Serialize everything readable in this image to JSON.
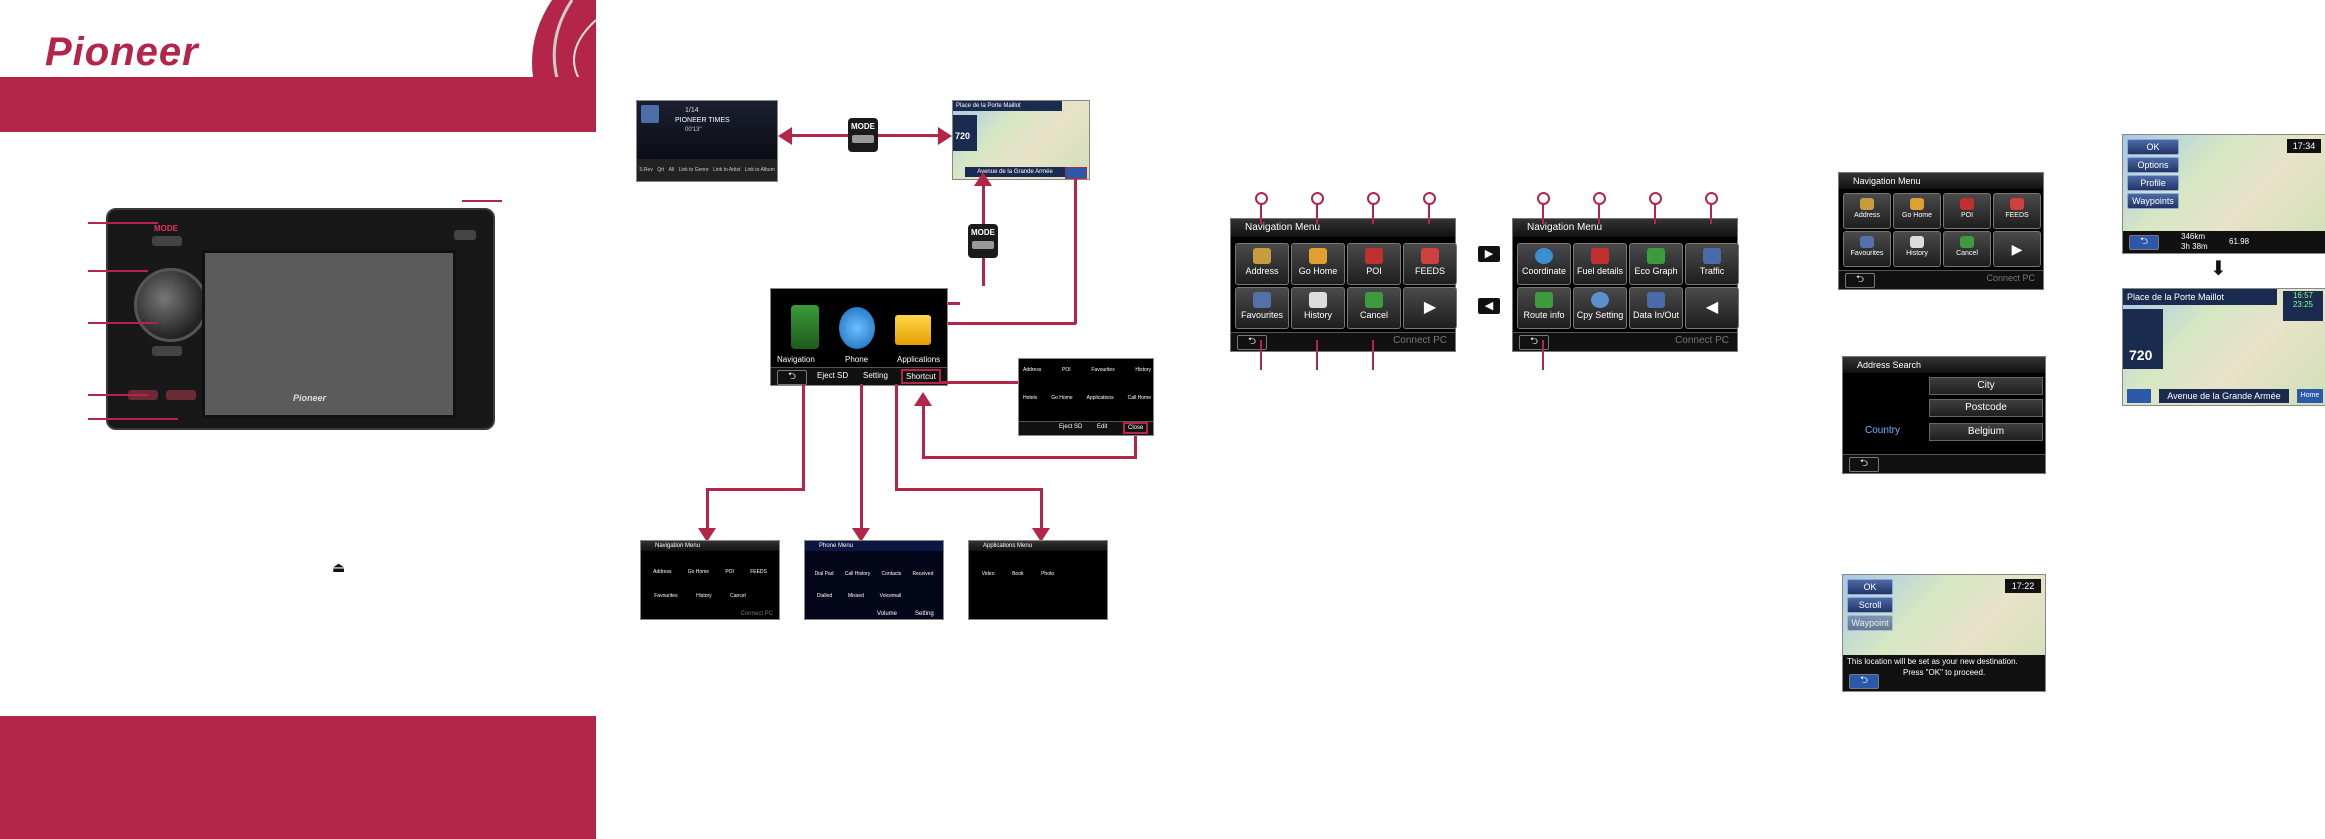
{
  "brand": {
    "logo_text": "Pioneer",
    "band_color": "#b3264a"
  },
  "device": {
    "mode_label": "MODE",
    "brand_on_screen": "Pioneer"
  },
  "mode_keys": [
    "MODE",
    "MODE"
  ],
  "top_menu": {
    "items": [
      "Navigation",
      "Phone",
      "Applications"
    ],
    "bottom": [
      "Eject SD",
      "Setting",
      "Shortcut"
    ]
  },
  "music_screen": {
    "track": "PIONEER TIMES",
    "count": "1/14",
    "time": "00'13\"",
    "buttons": [
      "S.Rev",
      "Qrt",
      "All",
      "Link to Genre",
      "Link to Artist",
      "Link to Album"
    ]
  },
  "map_screen": {
    "place": "Place de la Porte Maillot",
    "distance": "720",
    "street": "Avenue de la Grande Armée"
  },
  "shortcut_screen": {
    "row1": [
      "Address",
      "POI",
      "Favourites",
      "History"
    ],
    "row2": [
      "Hotels",
      "Go Home",
      "Applications",
      "Call Home"
    ],
    "bottom": [
      "Eject SD",
      "Edit",
      "Close"
    ]
  },
  "sub_nav": {
    "title": "Navigation Menu",
    "row1": [
      "Address",
      "Go Home",
      "POI",
      "FEEDS"
    ],
    "row2": [
      "Favourites",
      "History",
      "Cancel"
    ],
    "connect": "Connect PC"
  },
  "sub_phone": {
    "title": "Phone Menu",
    "row1": [
      "Dial Pad",
      "Call History",
      "Contacts",
      "Received"
    ],
    "row2": [
      "Dialled",
      "Missed",
      "Voicemail"
    ],
    "bottom": [
      "Volume",
      "Setting"
    ]
  },
  "sub_apps": {
    "title": "Applications Menu",
    "row1": [
      "Video",
      "Book",
      "Photo"
    ]
  },
  "nav_menu_1": {
    "title": "Navigation Menu",
    "row1": [
      "Address",
      "Go Home",
      "POI",
      "FEEDS"
    ],
    "row2": [
      "Favourites",
      "History",
      "Cancel"
    ],
    "connect": "Connect PC"
  },
  "nav_menu_2": {
    "title": "Navigation Menu",
    "row1": [
      "Coordinate",
      "Fuel details",
      "Eco Graph",
      "Traffic"
    ],
    "row2": [
      "Route info",
      "Cpy Setting",
      "Data In/Out"
    ],
    "connect": "Connect PC"
  },
  "nav_menu_small": {
    "title": "Navigation Menu",
    "row1": [
      "Address",
      "Go Home",
      "POI",
      "FEEDS"
    ],
    "row2": [
      "Favourites",
      "History",
      "Cancel"
    ],
    "connect": "Connect PC"
  },
  "address_search": {
    "title": "Address Search",
    "fields": [
      "City",
      "Postcode",
      "Belgium"
    ],
    "country_label": "Country"
  },
  "confirm_map": {
    "buttons": [
      "OK",
      "Scroll",
      "Waypoint"
    ],
    "time": "17:22",
    "message": "This location will be set as your new destination.",
    "message2": "Press \"OK\" to proceed."
  },
  "options_map": {
    "buttons": [
      "OK",
      "Options",
      "Profile",
      "Waypoints"
    ],
    "time": "17:34",
    "dist": "346km",
    "eta": "3h 38m",
    "price": "61.98"
  },
  "final_map": {
    "place": "Place de la Porte Maillot",
    "time1": "16:57",
    "time2": "23:25",
    "distance": "720",
    "street": "Avenue de la Grande Armée",
    "right_btn": "Home"
  },
  "glyphs": {
    "play": "▶",
    "back": "◀",
    "back_arrow": "⮌",
    "down": "⬇"
  }
}
